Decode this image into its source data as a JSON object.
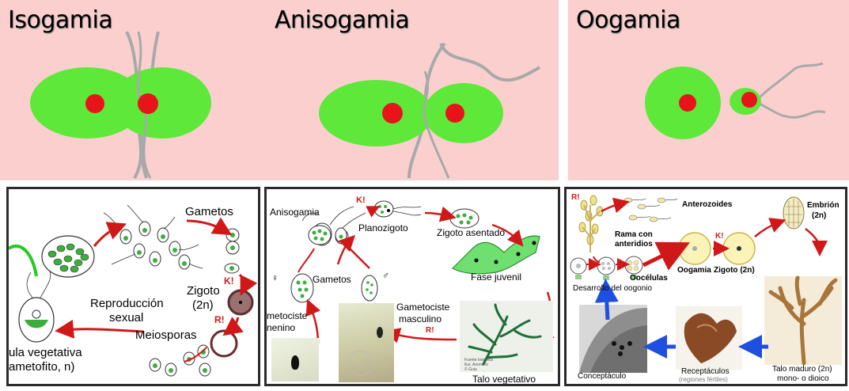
{
  "top_panels": [
    {
      "title": "Isogamia"
    },
    {
      "title": "Anisogamia"
    },
    {
      "title": "Oogamia"
    }
  ],
  "colors": {
    "panel_bg": "#fccfcf",
    "gamete_green": "#5ee83a",
    "nucleus_red": "#e8141a",
    "flagellum_grey": "#a9a9a9",
    "arrow_red": "#d01818",
    "arrow_blue": "#1f4fe0",
    "arrow_green": "#22cc22"
  },
  "isogamy_cycle": {
    "gametos": "Gametos",
    "k": "K!",
    "zigoto": "Zigoto",
    "zigoto_ploidy": "(2n)",
    "r": "R!",
    "reproduccion": "Reproducción",
    "sexual": "sexual",
    "meiosporas": "Meiosporas",
    "vegetative_line1": "ula vegetativa",
    "vegetative_line2": "ametofito, n)"
  },
  "anisogamy_cycle": {
    "anisogamia": "Anisogamia",
    "k": "K!",
    "planozigoto": "Planozigoto",
    "zigoto_asentado": "Zigoto asentado",
    "fase_juvenil": "Fase juvenil",
    "female_symbol": "♀",
    "male_symbol": "♂",
    "gametos": "Gametos",
    "gametociste_masculino_1": "Gametociste",
    "gametociste_masculino_2": "masculino",
    "r": "R!",
    "gametociste_femenino_1": "metociste",
    "gametociste_femenino_2": "nenino",
    "talo_vegetativo": "Talo vegetativo"
  },
  "oogamy_cycle": {
    "r": "R!",
    "anterozoides": "Anterozoides",
    "rama_1": "Rama con",
    "rama_2": "anteridios",
    "embrion": "Embrión",
    "embrion_ploidy": "(2n)",
    "k": "K!",
    "oogamia": "Oogamia",
    "zigoto": "Zigoto (2n)",
    "oocelulas": "Oocélulas",
    "desarrollo": "Desarrollo del oogonio",
    "conceptaculo": "Conceptáculo",
    "receptaculos": "Receptáculos",
    "regiones_fertiles": "(regiones fértiles)",
    "talo_maduro_1": "Talo maduro (2n)",
    "talo_maduro_2": "mono- o dioico"
  }
}
